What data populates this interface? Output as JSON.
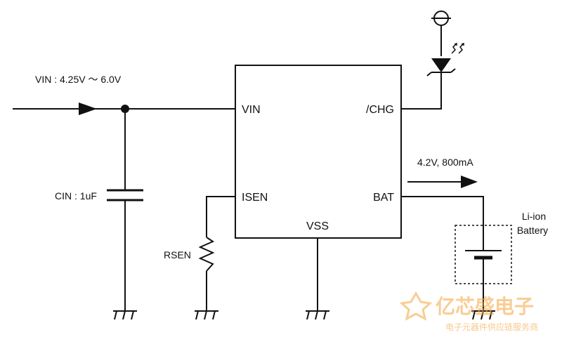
{
  "chip": {
    "pins": {
      "vin": "VIN",
      "chg": "/CHG",
      "isen": "ISEN",
      "bat": "BAT",
      "vss": "VSS"
    }
  },
  "labels": {
    "vin_range": "VIN : 4.25V ～ 6.0V",
    "cin": "CIN : 1uF",
    "rsen": "RSEN",
    "charge_output": "4.2V, 800mA",
    "battery_line1": "Li-ion",
    "battery_line2": "Battery"
  },
  "watermark": {
    "name": "亿芯盛电子",
    "tagline": "电子元器件供应链服务商",
    "color": "#f4a43c"
  },
  "colors": {
    "line": "#111111",
    "background": "#ffffff"
  }
}
